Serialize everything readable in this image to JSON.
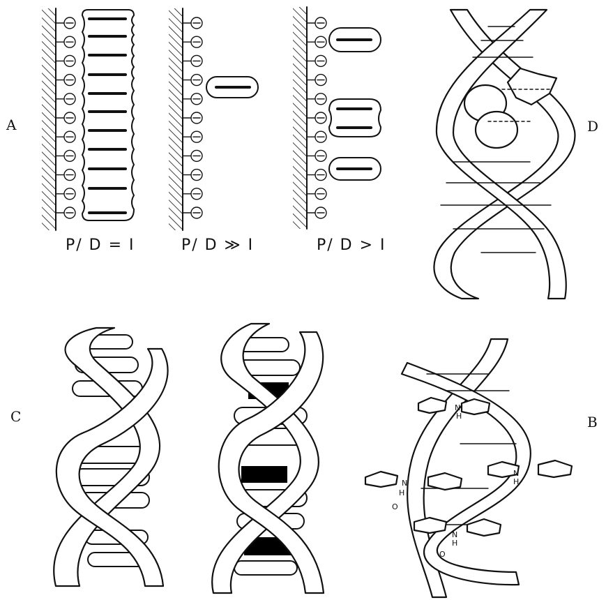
{
  "panels": {
    "A": {
      "label": "A",
      "ratios": [
        "P/ D = I",
        "P/ D ≫ I",
        "P/ D > I"
      ]
    },
    "B": {
      "label": "B",
      "atoms": [
        "N",
        "H",
        "N",
        "H",
        "N",
        "H",
        "O",
        "N",
        "H",
        "O"
      ]
    },
    "C": {
      "label": "C"
    },
    "D": {
      "label": "D"
    }
  },
  "colors": {
    "ink": "#111111",
    "paper": "#ffffff",
    "intercalator_fill": "#000000"
  }
}
